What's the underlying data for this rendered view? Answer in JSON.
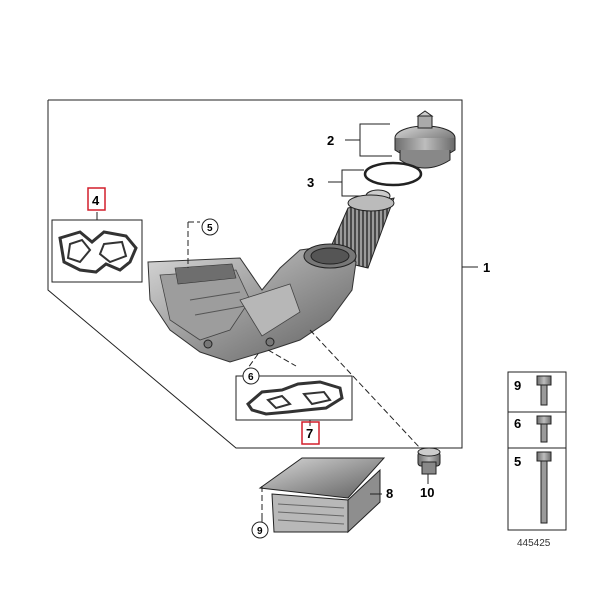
{
  "callouts": {
    "c1": "1",
    "c2": "2",
    "c3": "3",
    "c4": "4",
    "c5": "5",
    "c6": "6",
    "c7": "7",
    "c8": "8",
    "c9": "9",
    "c10": "10"
  },
  "legend": {
    "item_a": "9",
    "item_b": "6",
    "item_c": "5"
  },
  "reference_number": "445425",
  "colors": {
    "highlight_box": "#d21f2c",
    "line": "#222222",
    "part_gray": "#8c8c8c"
  }
}
